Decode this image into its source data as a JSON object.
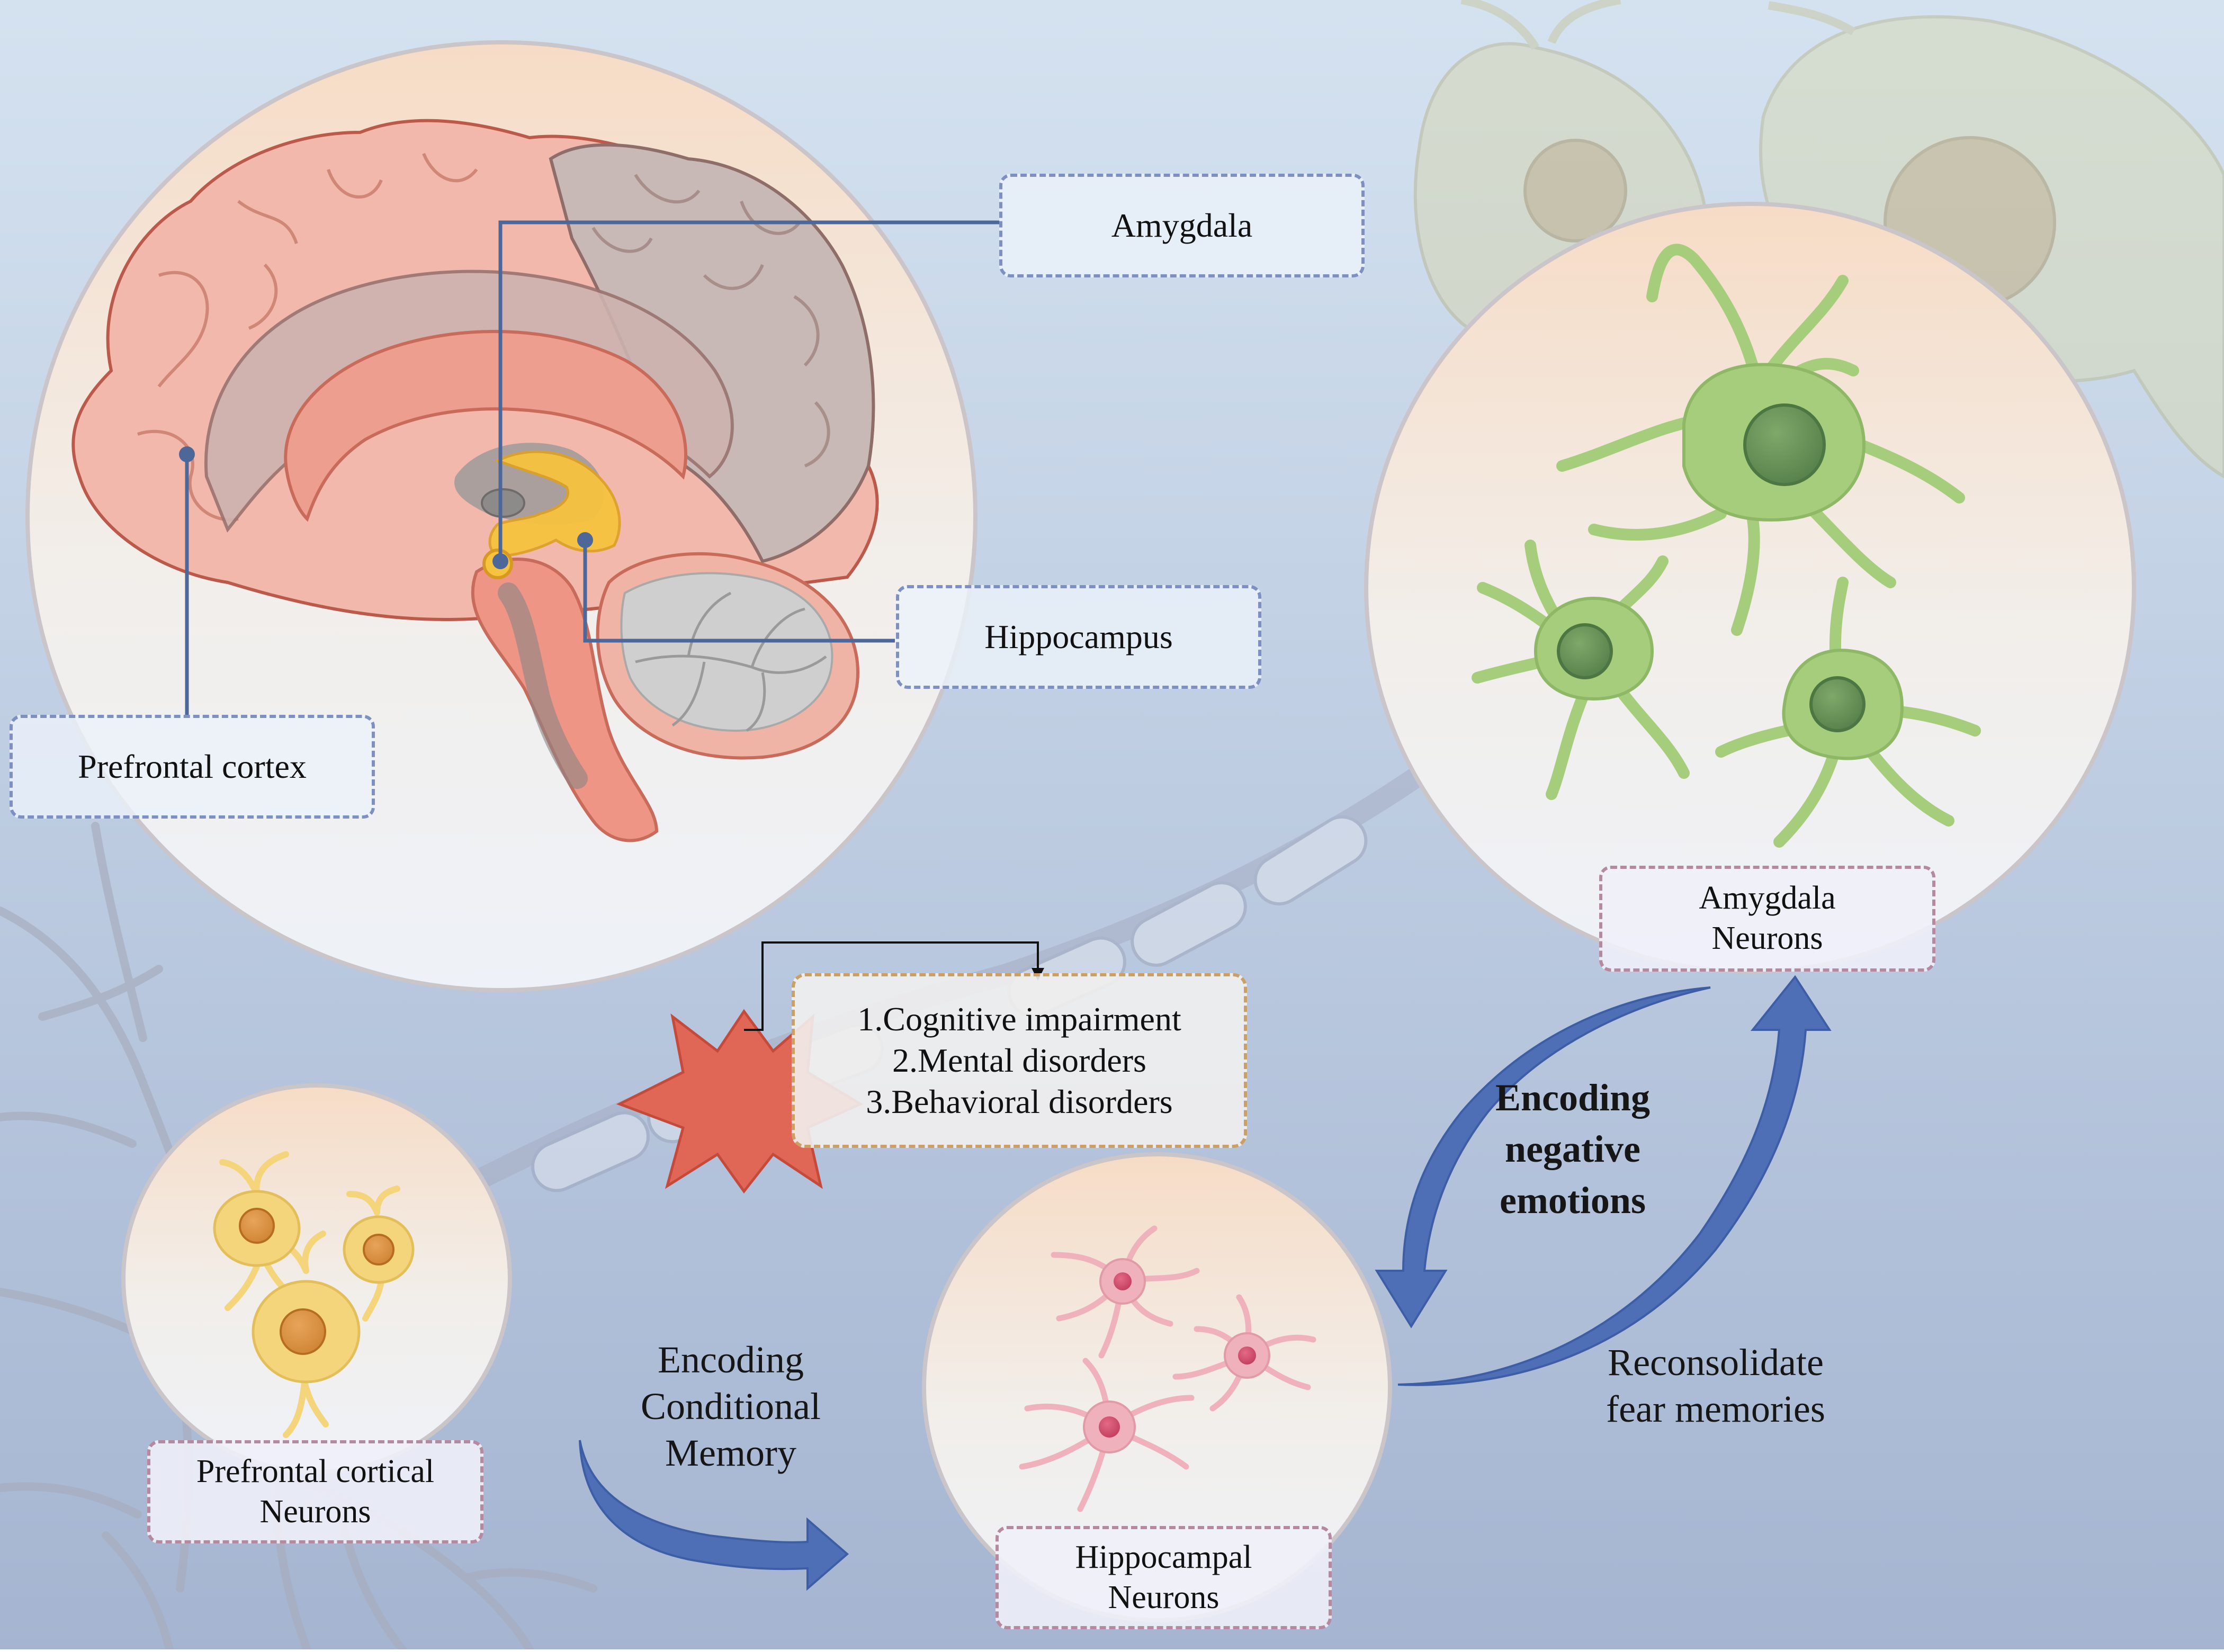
{
  "labels": {
    "amygdala": "Amygdala",
    "hippocampus": "Hippocampus",
    "prefrontal_cortex": "Prefrontal cortex",
    "amygdala_neurons": [
      "Amygdala",
      "Neurons"
    ],
    "prefrontal_neurons": [
      "Prefrontal cortical",
      "Neurons"
    ],
    "hippocampal_neurons": [
      "Hippocampal",
      "Neurons"
    ]
  },
  "consequences": [
    "1.Cognitive impairment",
    "2.Mental disorders",
    "3.Behavioral disorders"
  ],
  "arrows": {
    "encoding_conditional_memory": [
      "Encoding",
      "Conditional",
      "Memory"
    ],
    "encoding_negative_emotions": [
      "Encoding",
      "negative",
      "emotions"
    ],
    "reconsolidate_fear_memories": [
      "Reconsolidate",
      "fear memories"
    ]
  },
  "colors": {
    "background_top": "#d3e1ef",
    "background_bottom": "#a5b6d2",
    "arrow_blue": "#4e6fb6",
    "leader_line": "#4d6898",
    "star_red": "#e06656",
    "amygdala_neuron": "#a6cd7c",
    "prefrontal_neuron": "#f4d57c",
    "hippocampal_neuron": "#efb1bb",
    "brain_cortex": "#f2b7aa",
    "brain_highlight": "#f4c542"
  }
}
